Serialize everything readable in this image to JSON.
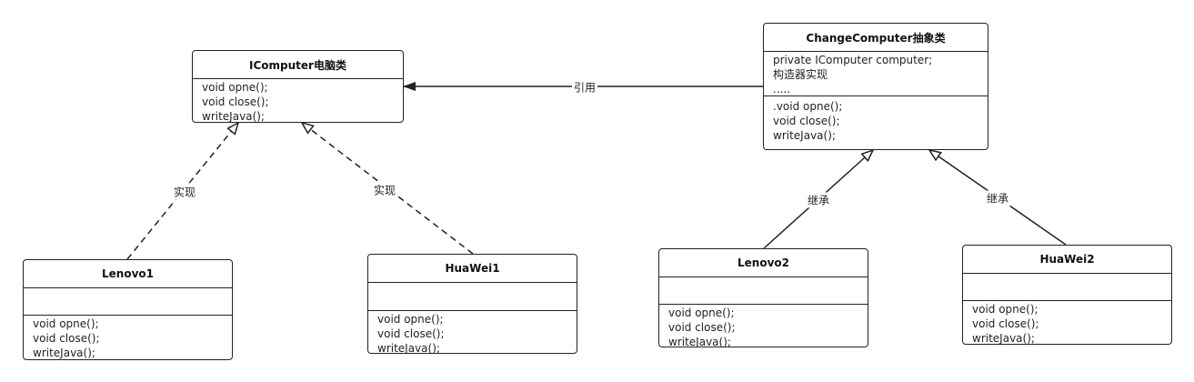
{
  "classes": {
    "icomputer": {
      "title": "IComputer电脑类",
      "methods": [
        "void opne();",
        "void close();",
        "writeJava();"
      ]
    },
    "change": {
      "title": "ChangeComputer抽象类",
      "attributes": [
        "private IComputer computer;",
        "构造器实现",
        "....."
      ],
      "methods": [
        ".void opne();",
        "void close();",
        "writeJava();"
      ]
    },
    "lenovo1": {
      "title": "Lenovo1",
      "methods": [
        "void opne();",
        "void close();",
        "writeJava();"
      ]
    },
    "huawei1": {
      "title": "HuaWei1",
      "methods": [
        "void opne();",
        "void close();",
        "writeJava();"
      ]
    },
    "lenovo2": {
      "title": "Lenovo2",
      "methods": [
        "void opne();",
        "void close();",
        "writeJava();"
      ]
    },
    "huawei2": {
      "title": "HuaWei2",
      "methods": [
        "void opne();",
        "void close();",
        "writeJava();"
      ]
    }
  },
  "relations": {
    "ref": "引用",
    "impl1": "实现",
    "impl2": "实现",
    "inherit1": "继承",
    "inherit2": "继承"
  }
}
